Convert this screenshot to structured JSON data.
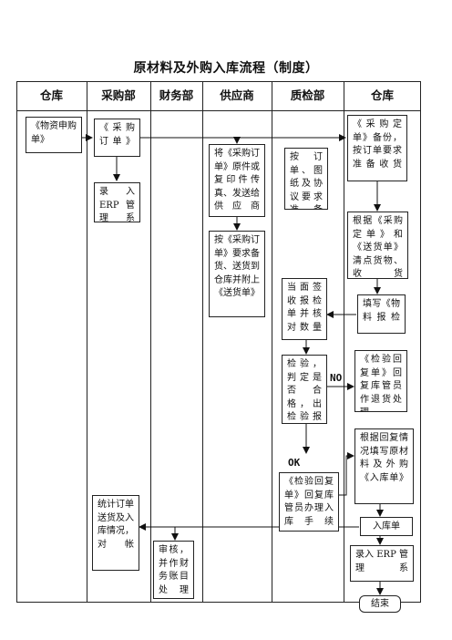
{
  "title": "原材料及外购入库流程（制度）",
  "columns": [
    "仓库",
    "采购部",
    "财务部",
    "供应商",
    "质检部",
    "仓库"
  ],
  "boxes": {
    "material_list": "《物资申购单》",
    "purchase_order": "《采购订单》",
    "enter_erp": "录入ERP管理系",
    "send_to_supplier": "将《采购订单》原件或复印件传真、发送给供应商",
    "check_drawings": "按订单、图纸及协议要求准备",
    "backup_order": "《采购定单》备份，按订单要求准备收货",
    "supplier_deliver": "按《采购订单》要求备货、送货到仓库并附上《送货单》",
    "count_goods": "根据《采购定单》和《送货单》清点货物、收货",
    "inspect_on_site": "当面签收报检单并核对数量",
    "fill_inspection": "填写《物料报检",
    "judge_qualified": "检验，判定是否合格，出检验报",
    "reply_return": "《检验回复单》回复库管员作退货处理",
    "fill_receipt": "根据回复情况填写原材料及外购《入库单》",
    "reply_stockin": "《检验回复单》回复库管员办理入库手续",
    "receipt_doc": "入库单",
    "stats_delivery": "统计订单送货及入库情况，对帐",
    "audit_accounts": "审核，并作财务账目处理",
    "erp_enter2": "录入 ERP 管理系",
    "end": "结束"
  },
  "labels": {
    "no": "NO",
    "ok": "OK"
  }
}
